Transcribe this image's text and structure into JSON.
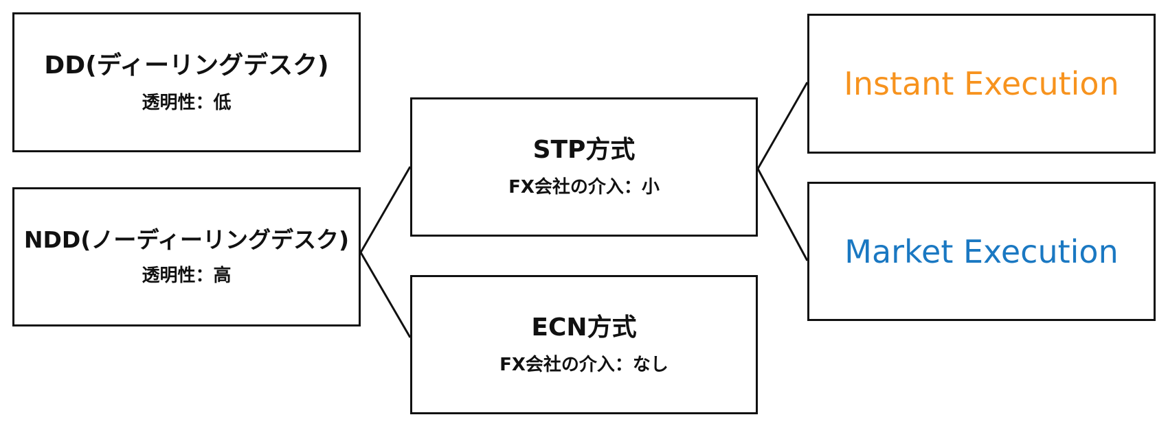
{
  "boxes": {
    "dd": {
      "title": "DD(ディーリングデスク)",
      "subtitle": "透明性：低"
    },
    "ndd": {
      "title": "NDD(ノーディーリングデスク)",
      "subtitle": "透明性：高"
    },
    "stp": {
      "title": "STP方式",
      "subtitle": "FX会社の介入：小"
    },
    "ecn": {
      "title": "ECN方式",
      "subtitle": "FX会社の介入：なし"
    },
    "instant_execution": {
      "label": "Instant Execution"
    },
    "market_execution": {
      "label": "Market Execution"
    }
  },
  "colors": {
    "border": "#111111",
    "text": "#111111",
    "instant_execution": "#F7931E",
    "market_execution": "#1A78C2"
  }
}
